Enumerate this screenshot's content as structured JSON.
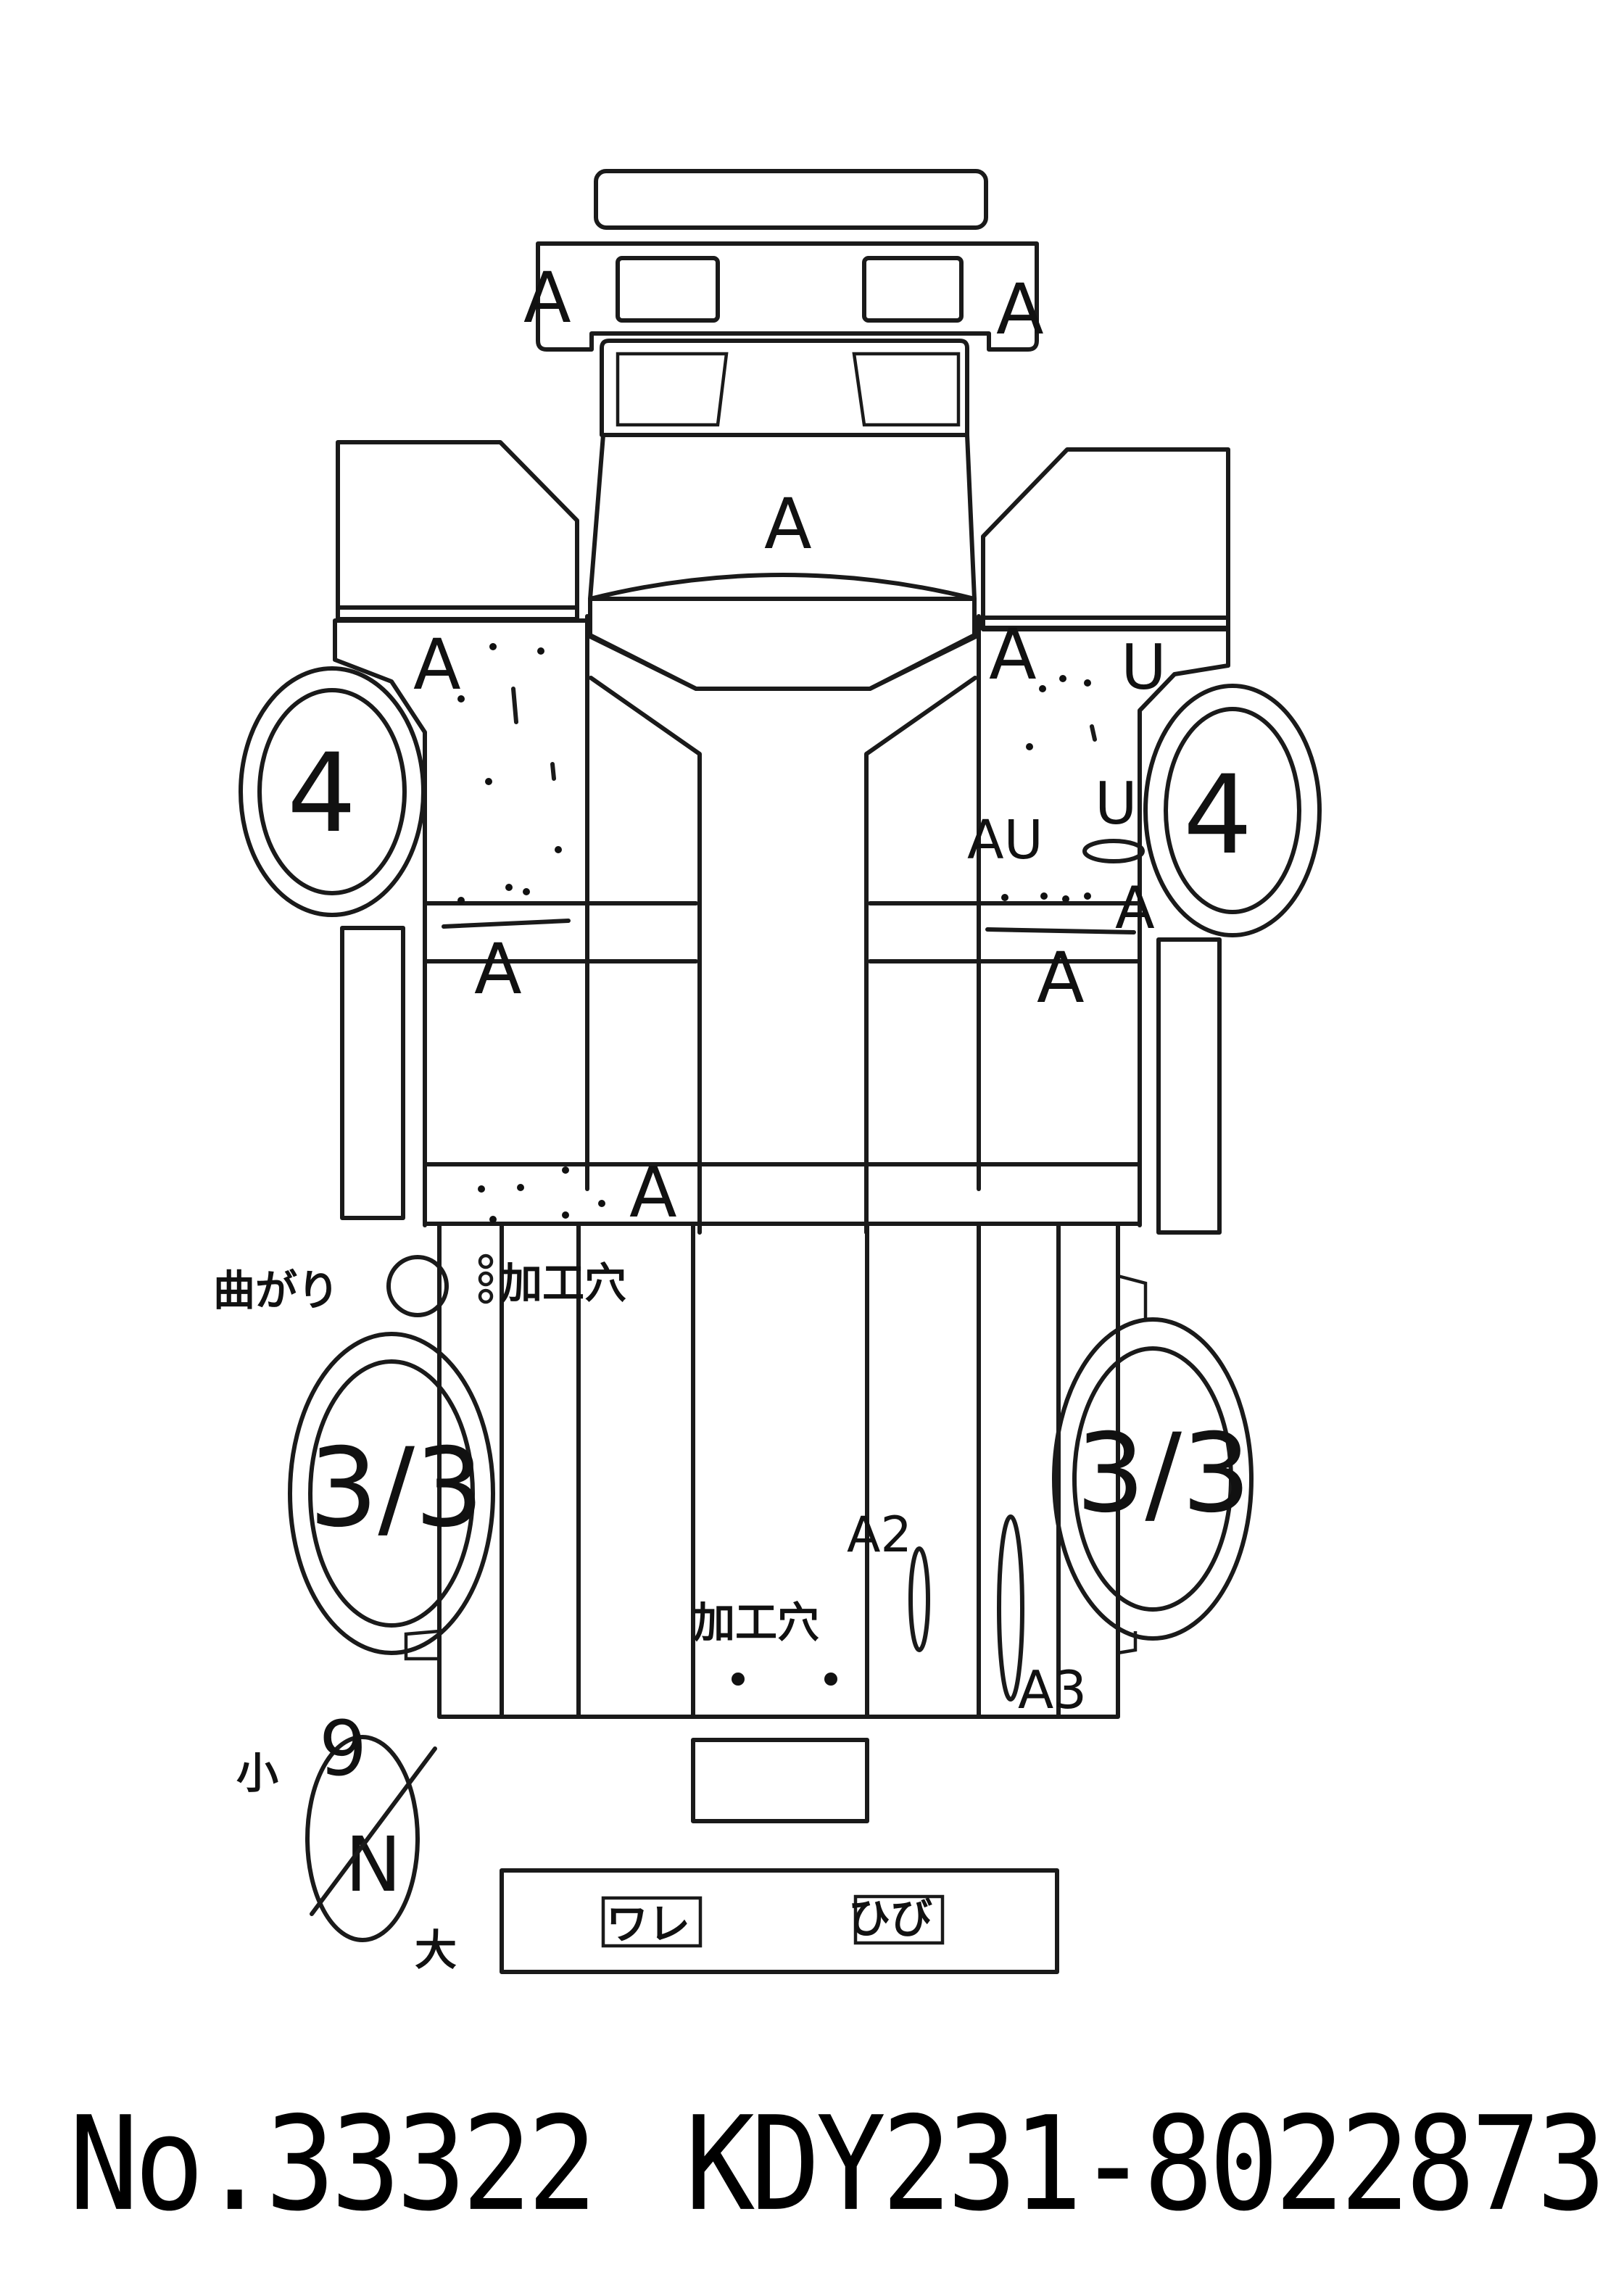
{
  "marks": {
    "front_bumper_left": "A",
    "front_bumper_right": "A",
    "hood": "A",
    "front_fender_left": "A",
    "front_fender_right": "A",
    "front_fender_right_u": "U",
    "front_fender_right_u2": "U",
    "front_fender_right_au": "AU",
    "front_fender_right_a": "A",
    "side_sill_left": "A",
    "side_sill_right": "A",
    "rear_cross_member": "A",
    "bed_a2": "A2",
    "bed_a3": "A3"
  },
  "tires": {
    "front_left": "4",
    "front_right": "4",
    "rear_left": "3/3",
    "rear_right": "3/3"
  },
  "notes": {
    "bend": "曲がり",
    "drill_hole_1": "加工穴",
    "drill_hole_2": "加工穴",
    "spare_small": "小",
    "spare_value": "9",
    "spare_n": "N",
    "spare_large": "大",
    "rear_glass_crack": "ワレ",
    "rear_glass_chip": "ひび"
  },
  "footer": {
    "lot_number": "No.33322",
    "chassis_number": "KDY231-8022873"
  }
}
